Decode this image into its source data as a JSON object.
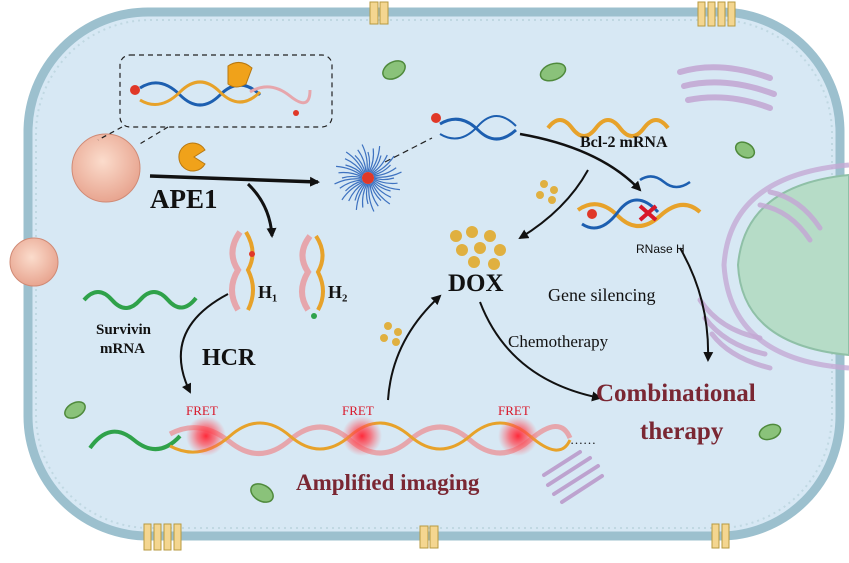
{
  "labels": {
    "ape1": "APE1",
    "h1": "H₁",
    "h2": "H₂",
    "survivin": "Survivin",
    "mrna": "mRNA",
    "hcr": "HCR",
    "dox": "DOX",
    "bcl2": "Bcl-2 mRNA",
    "rnase": "RNase H",
    "gene_silencing": "Gene silencing",
    "chemotherapy": "Chemotherapy",
    "combinational": "Combinational",
    "therapy": "therapy",
    "fret1": "FRET",
    "fret2": "FRET",
    "fret3": "FRET",
    "amplified": "Amplified imaging",
    "dots": "……"
  },
  "colors": {
    "cell_fill": "#d7e8f4",
    "membrane": "#9cc0ce",
    "dna_blue": "#1d5fb0",
    "dna_orange": "#e7a22a",
    "dna_pink": "#e6a6ac",
    "mrna_green": "#2fa24a",
    "fret_red": "#d8182a",
    "title_maroon": "#7a2733",
    "nanoparticle": "#f3c3b0",
    "ape1_orange": "#f0a21a",
    "dox_gold": "#e0b040",
    "organelle_purple": "#c4a9d4",
    "nucleus_green": "#b6dcc7",
    "mito_green": "#8ac27a"
  }
}
